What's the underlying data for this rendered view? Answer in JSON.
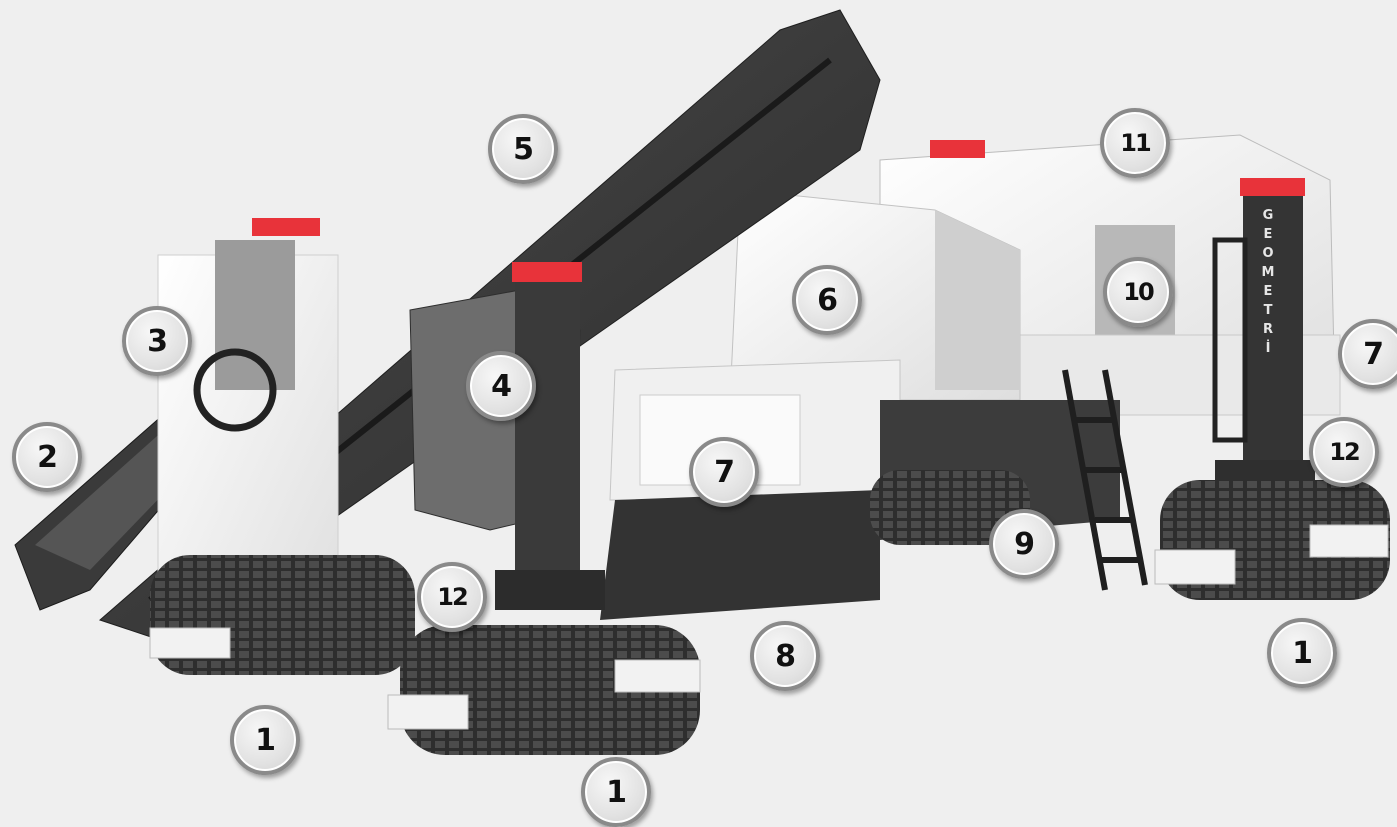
{
  "brand_text": "GEOMETRİ",
  "colors": {
    "background": "#efefef",
    "body_white": "#f4f4f4",
    "steel_dark": "#3a3a3a",
    "cap_red": "#e8333a"
  },
  "callouts": [
    {
      "label": "5"
    },
    {
      "label": "11"
    },
    {
      "label": "3"
    },
    {
      "label": "6"
    },
    {
      "label": "10"
    },
    {
      "label": "7"
    },
    {
      "label": "2"
    },
    {
      "label": "4"
    },
    {
      "label": "7"
    },
    {
      "label": "12"
    },
    {
      "label": "9"
    },
    {
      "label": "12"
    },
    {
      "label": "8"
    },
    {
      "label": "1"
    },
    {
      "label": "1"
    },
    {
      "label": "1"
    }
  ]
}
